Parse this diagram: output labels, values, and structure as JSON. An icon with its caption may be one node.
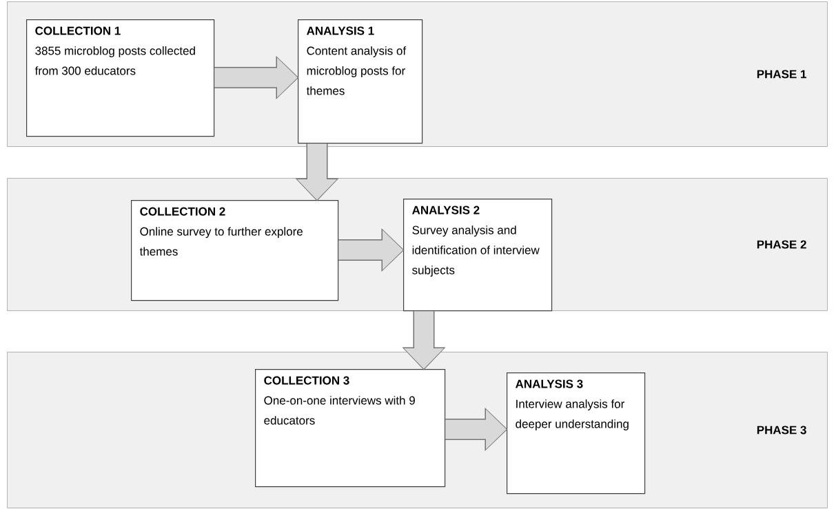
{
  "diagram": {
    "nodes": [
      {
        "text": [
          "PHASE 1"
        ]
      },
      {
        "text": [
          "COLLECTION 1",
          "3855 microblog posts collected from 300 educators"
        ],
        "in": 0
      },
      {
        "text": [
          "ANALYSIS 1",
          "Content analysis of microblog posts for themes"
        ],
        "in": 0
      },
      {
        "text": [
          "PHASE 2"
        ]
      },
      {
        "text": [
          "COLLECTION 2",
          "Online survey to further explore themes"
        ],
        "in": 3
      },
      {
        "text": [
          "ANALYSIS 2",
          "Survey analysis and identification of interview subjects"
        ],
        "in": 3
      },
      {
        "text": [
          "PHASE 3"
        ]
      },
      {
        "text": [
          "COLLECTION 3",
          "One-on-one interviews with 9 educators"
        ],
        "in": 6
      },
      {
        "text": [
          "ANALYSIS 3",
          "Interview analysis for deeper understanding"
        ],
        "in": 6
      }
    ],
    "edges": [
      {
        "from": 1,
        "to": 2,
        "arrow": "to"
      },
      {
        "from": 2,
        "to": 4,
        "arrow": "to"
      },
      {
        "from": 4,
        "to": 5,
        "arrow": "to"
      },
      {
        "from": 5,
        "to": 7,
        "arrow": "to"
      },
      {
        "from": 7,
        "to": 8,
        "arrow": "to"
      }
    ]
  }
}
